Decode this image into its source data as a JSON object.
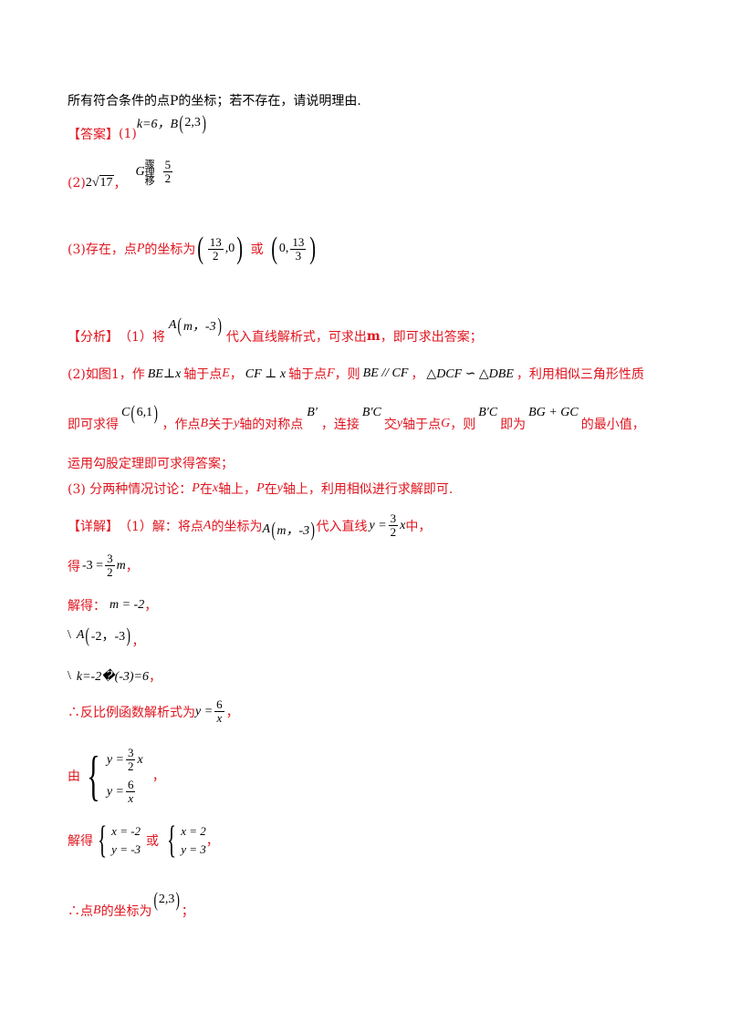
{
  "top_line": "所有符合条件的点P的坐标；若不存在，请说明理由.",
  "answer": {
    "label": "【答案】",
    "p1_prefix": "(1)",
    "p1_math": "k=6，B",
    "p1_point": "2,3",
    "p2_prefix": "(2)",
    "p2_coef": "2",
    "p2_rad": "17",
    "p2_sep": "，",
    "p2_G": "G",
    "p2_garble": [
      "骤",
      "理",
      "移"
    ],
    "p2_frac_num": "5",
    "p2_frac_den": "2",
    "p3_prefix": "(3)存在，点",
    "p3_P": "P",
    "p3_mid": "的坐标为",
    "p3_pt1_num": "13",
    "p3_pt1_den": "2",
    "p3_pt1_tail": ",0",
    "p3_or": "或",
    "p3_pt2_head": "0,",
    "p3_pt2_num": "13",
    "p3_pt2_den": "3"
  },
  "analysis": {
    "label": "【分析】",
    "l1_a": "（1）将",
    "l1_A": "A",
    "l1_pt": "m，-3",
    "l1_b": "代入直线解析式，可求出",
    "l1_m": "m",
    "l1_c": "，即可求出答案；",
    "l2_a": "(2)如图1，作",
    "l2_m1": "BE⊥x",
    "l2_b": "轴于点",
    "l2_E": "E",
    "l2_c": "，",
    "l2_m2": "CF ⊥ x",
    "l2_d": "轴于点",
    "l2_F": "F",
    "l2_e": "，则",
    "l2_m3": "BE // CF",
    "l2_f": "，",
    "l2_m4": "△DCF ∽ △DBE",
    "l2_g": "，利用相似三角形性质",
    "l3_a": "即可求得",
    "l3_C": "C",
    "l3_pt": "6,1",
    "l3_b": "，作点",
    "l3_B": "B",
    "l3_c": "关于",
    "l3_y": "y",
    "l3_d": "轴的对称点",
    "l3_Bp": "B′",
    "l3_e": "，连接",
    "l3_BpC": "B′C",
    "l3_f": "交",
    "l3_y2": "y",
    "l3_g": "轴于点",
    "l3_G": "G",
    "l3_h": "，则",
    "l3_BpC2": "B′C",
    "l3_i": "即为",
    "l3_sum": "BG + GC",
    "l3_j": "的最小值，",
    "l4": "运用勾股定理即可求得答案；",
    "l5_a": "(3) 分两种情况讨论：",
    "l5_P1": "P",
    "l5_b": "在",
    "l5_x": "x",
    "l5_c": "轴上，",
    "l5_P2": "P",
    "l5_d": "在",
    "l5_y": "y",
    "l5_e": "轴上，利用相似进行求解即可."
  },
  "detail": {
    "label": "【详解】",
    "l1_a": "（1）解：将点",
    "l1_A": "A",
    "l1_b": "的坐标为",
    "l1_A2": "A",
    "l1_pt": "m，-3",
    "l1_c": "代入直线",
    "l1_eq_lhs": "y =",
    "l1_frac_num": "3",
    "l1_frac_den": "2",
    "l1_eq_x": "x",
    "l1_d": "中，",
    "l2_a": "得",
    "l2_lhs": "-3 =",
    "l2_frac_num": "3",
    "l2_frac_den": "2",
    "l2_m": "m",
    "l2_b": "，",
    "l3_a": "解得：",
    "l3_eq": "m = -2",
    "l3_b": "，",
    "l4_a": "\\",
    "l4_A": "A",
    "l4_pt": "-2，-3",
    "l4_b": "，",
    "l5_a": "\\",
    "l5_eq": "k=-2�(-3)=6",
    "l5_b": "，",
    "l6_a": "∴反比例函数解析式为",
    "l6_lhs": "y =",
    "l6_num": "6",
    "l6_den": "x",
    "l6_b": "，",
    "l7_a": "由",
    "l7_r1_lhs": "y =",
    "l7_r1_num": "3",
    "l7_r1_den": "2",
    "l7_r1_x": "x",
    "l7_r2_lhs": "y =",
    "l7_r2_num": "6",
    "l7_r2_den": "x",
    "l7_b": "，",
    "l8_a": "解得",
    "l8_s1_r1": "x = -2",
    "l8_s1_r2": "y = -3",
    "l8_or": "或",
    "l8_s2_r1": "x = 2",
    "l8_s2_r2": "y = 3",
    "l8_b": "，",
    "l9_a": "∴点",
    "l9_B": "B",
    "l9_b": "的坐标为",
    "l9_pt": "2,3",
    "l9_c": "；"
  }
}
